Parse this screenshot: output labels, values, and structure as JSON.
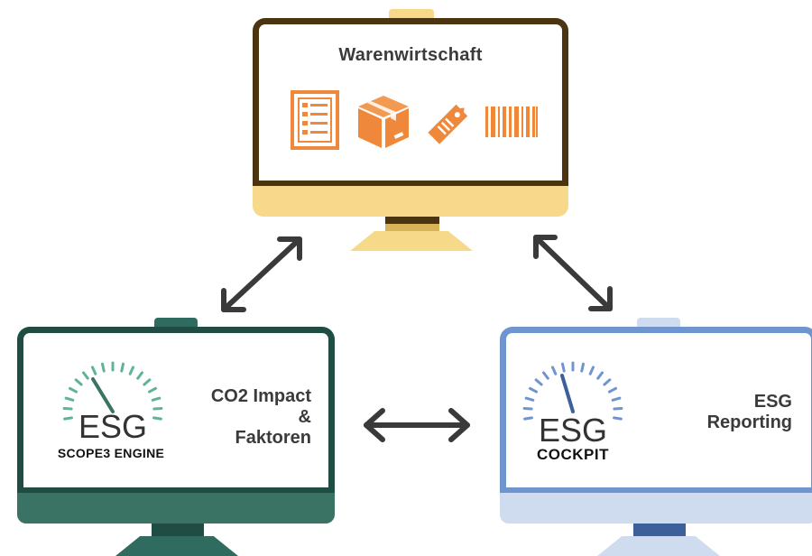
{
  "top_monitor": {
    "title": "Warenwirtschaft"
  },
  "left_monitor": {
    "logo_text": "ESG",
    "logo_subtitle": "SCOPE3 ENGINE",
    "label_line1": "CO2 Impact",
    "label_line2": "&",
    "label_line3": "Faktoren"
  },
  "right_monitor": {
    "logo_text": "ESG",
    "logo_subtitle": "COCKPIT",
    "label_line1": "ESG",
    "label_line2": "Reporting"
  },
  "colors": {
    "orange_icons": "#f0883c",
    "top_frame": "#4a3510",
    "top_chin": "#f8d98b",
    "left_frame": "#1f4d44",
    "left_chin": "#3a7364",
    "right_frame": "#6f95cf",
    "right_chin": "#cfdcf0",
    "arrows": "#3a3a3a"
  },
  "icons": [
    "list-document-icon",
    "package-box-icon",
    "price-tag-icon",
    "barcode-icon",
    "gauge-icon",
    "bidirectional-arrow-icon"
  ]
}
